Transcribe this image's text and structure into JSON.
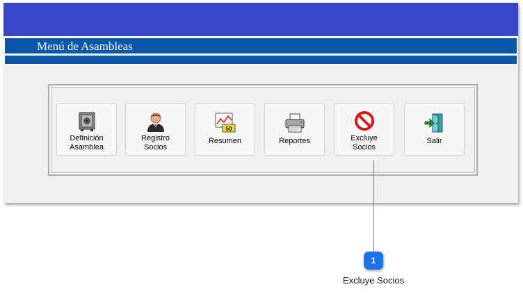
{
  "window": {
    "title": "Menú de Asambleas"
  },
  "buttons": [
    {
      "id": "definicion",
      "line1": "Definición",
      "line2": "Asamblea",
      "icon": "safe-icon"
    },
    {
      "id": "registro",
      "line1": "Registro",
      "line2": "Socios",
      "icon": "person-icon"
    },
    {
      "id": "resumen",
      "line1": "Resumen",
      "icon": "chart-money-icon"
    },
    {
      "id": "reportes",
      "line1": "Reportes",
      "icon": "printer-icon"
    },
    {
      "id": "excluye",
      "line1": "Excluye",
      "line2": "Socios",
      "icon": "prohibited-icon"
    },
    {
      "id": "salir",
      "line1": "Salir",
      "icon": "exit-door-icon"
    }
  ],
  "callout": {
    "number": "1",
    "text": "Excluye Socios"
  },
  "colors": {
    "top_bar": "#3a46c8",
    "title_band": "#0b56a8",
    "callout": "#1a73e8"
  }
}
